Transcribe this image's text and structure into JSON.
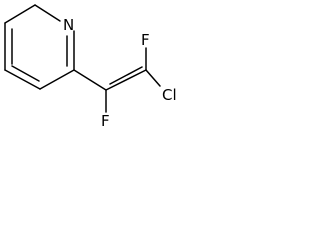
{
  "molecule": {
    "atoms": {
      "n": "N",
      "f_top": "F",
      "cl": "Cl",
      "f_bottom": "F"
    }
  }
}
